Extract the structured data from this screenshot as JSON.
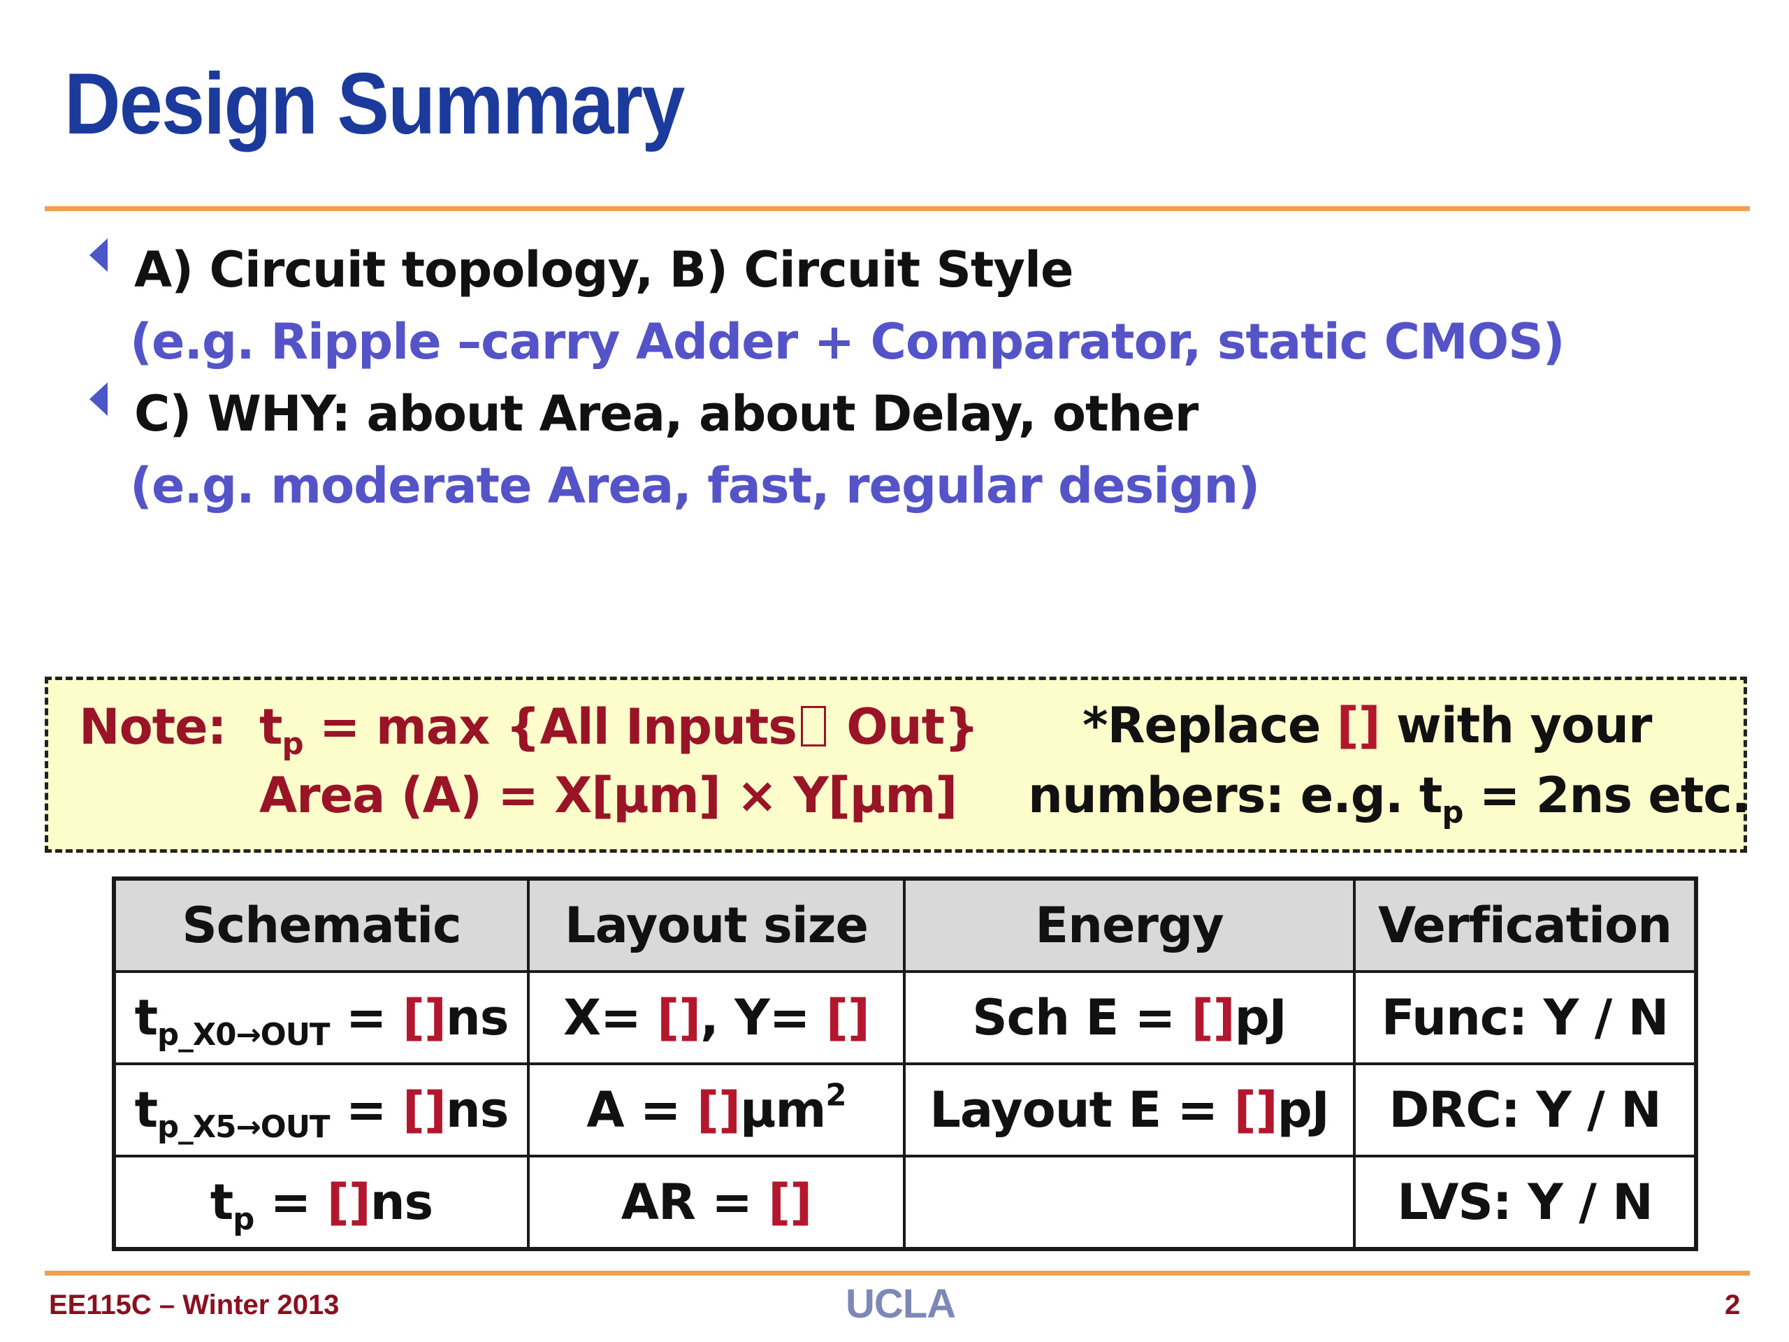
{
  "slide": {
    "title": "Design Summary"
  },
  "bullets": [
    {
      "head": "A) Circuit topology, B) Circuit Style",
      "example": "(e.g. Ripple –carry Adder + Comparator, static CMOS)"
    },
    {
      "head": "C) WHY: about Area, about Delay, other",
      "example": "(e.g. moderate Area, fast, regular design)"
    }
  ],
  "note": {
    "label": "Note:",
    "tp_var": "t",
    "tp_sub": "p",
    "tp_eq": " = max {All Inputs",
    "tp_tail": " Out}",
    "area_text": "Area (A) = X[µm] × Y[µm]",
    "replace_pre": "*Replace ",
    "replace_bracket": "[]",
    "replace_post": " with your",
    "numbers_pre": "numbers: e.g. t",
    "numbers_sub": "p",
    "numbers_post": " = 2ns etc."
  },
  "table": {
    "headers": [
      "Schematic",
      "Layout size",
      "Energy",
      "Verfication"
    ],
    "rows": [
      {
        "c1": {
          "main": "t",
          "sub": "p_X0→OUT",
          "eq": " = ",
          "val": "[]",
          "unit": "ns"
        },
        "c2": {
          "a": "X= ",
          "b": "[]",
          "c": ", Y= ",
          "d": "[]"
        },
        "c3": {
          "pre": "Sch E = ",
          "val": "[]",
          "unit": "pJ"
        },
        "c4": "Func: Y / N"
      },
      {
        "c1": {
          "main": "t",
          "sub": "p_X5→OUT",
          "eq": " = ",
          "val": "[]",
          "unit": "ns"
        },
        "c2": {
          "pre": "A = ",
          "val": "[]",
          "unit": "µm",
          "sup": "2"
        },
        "c3": {
          "pre": "Layout E = ",
          "val": "[]",
          "unit": "pJ"
        },
        "c4": "DRC: Y / N"
      },
      {
        "c1": {
          "main": "t",
          "sub": "p",
          "eq": " = ",
          "val": "[]",
          "unit": "ns"
        },
        "c2": {
          "pre": "AR = ",
          "val": "[]"
        },
        "c3": "",
        "c4": "LVS: Y / N"
      }
    ]
  },
  "footer": {
    "course": "EE115C – Winter 2013",
    "logo_text": "UCLA",
    "page": "2"
  },
  "colors": {
    "title": "#1c3a9c",
    "accent_rule": "#f0a050",
    "example_text": "#5454c8",
    "note_text": "#9a1428",
    "placeholder": "#b3172e",
    "note_bg": "#fdfccb"
  }
}
